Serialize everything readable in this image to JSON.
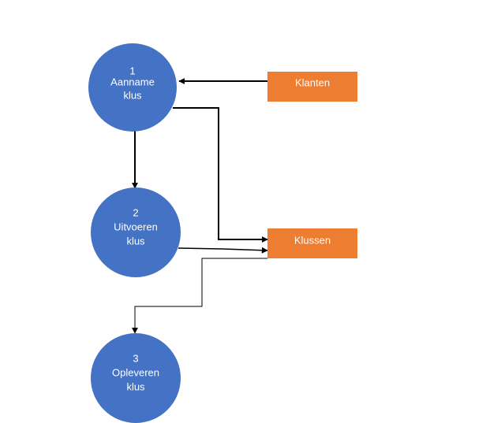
{
  "colors": {
    "process_fill": "#4472C4",
    "store_fill": "#ED7D31",
    "line": "#000000",
    "text": "#FFFFFF"
  },
  "processes": [
    {
      "id": "p1",
      "number": "1",
      "line1": "Aanname",
      "line2": "klus"
    },
    {
      "id": "p2",
      "number": "2",
      "line1": "Uitvoeren",
      "line2": "klus"
    },
    {
      "id": "p3",
      "number": "3",
      "line1": "Opleveren",
      "line2": "klus"
    }
  ],
  "stores": [
    {
      "id": "s1",
      "label": "Klanten"
    },
    {
      "id": "s2",
      "label": "Klussen"
    }
  ]
}
